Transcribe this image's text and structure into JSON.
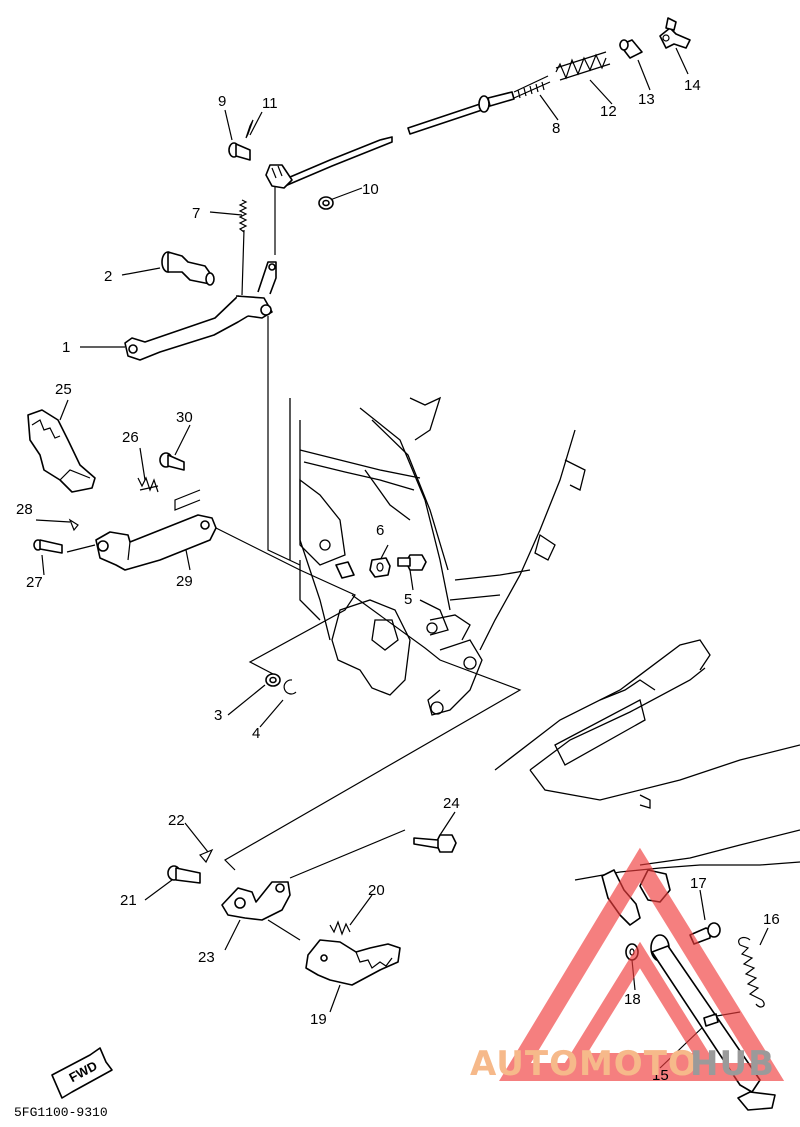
{
  "diagram": {
    "drawing_code": "5FG1100-9310",
    "fwd_label": "FWD",
    "watermark": {
      "word_a": "AUTOMOTO",
      "word_b": "HUB",
      "color_a": "#f6b98a",
      "color_b": "#9a9a9a",
      "triangle_color": "#f03c3c"
    },
    "callouts": [
      {
        "id": "c1",
        "label": "1"
      },
      {
        "id": "c2",
        "label": "2"
      },
      {
        "id": "c3",
        "label": "3"
      },
      {
        "id": "c4",
        "label": "4"
      },
      {
        "id": "c5",
        "label": "5"
      },
      {
        "id": "c6",
        "label": "6"
      },
      {
        "id": "c7",
        "label": "7"
      },
      {
        "id": "c8",
        "label": "8"
      },
      {
        "id": "c9",
        "label": "9"
      },
      {
        "id": "c10",
        "label": "10"
      },
      {
        "id": "c11",
        "label": "11"
      },
      {
        "id": "c12",
        "label": "12"
      },
      {
        "id": "c13",
        "label": "13"
      },
      {
        "id": "c14",
        "label": "14"
      },
      {
        "id": "c15",
        "label": "15"
      },
      {
        "id": "c16",
        "label": "16"
      },
      {
        "id": "c17",
        "label": "17"
      },
      {
        "id": "c18",
        "label": "18"
      },
      {
        "id": "c19",
        "label": "19"
      },
      {
        "id": "c20",
        "label": "20"
      },
      {
        "id": "c21",
        "label": "21"
      },
      {
        "id": "c22",
        "label": "22"
      },
      {
        "id": "c23",
        "label": "23"
      },
      {
        "id": "c24",
        "label": "24"
      },
      {
        "id": "c25",
        "label": "25"
      },
      {
        "id": "c26",
        "label": "26"
      },
      {
        "id": "c27",
        "label": "27"
      },
      {
        "id": "c28",
        "label": "28"
      },
      {
        "id": "c29",
        "label": "29"
      },
      {
        "id": "c30",
        "label": "30"
      }
    ]
  }
}
